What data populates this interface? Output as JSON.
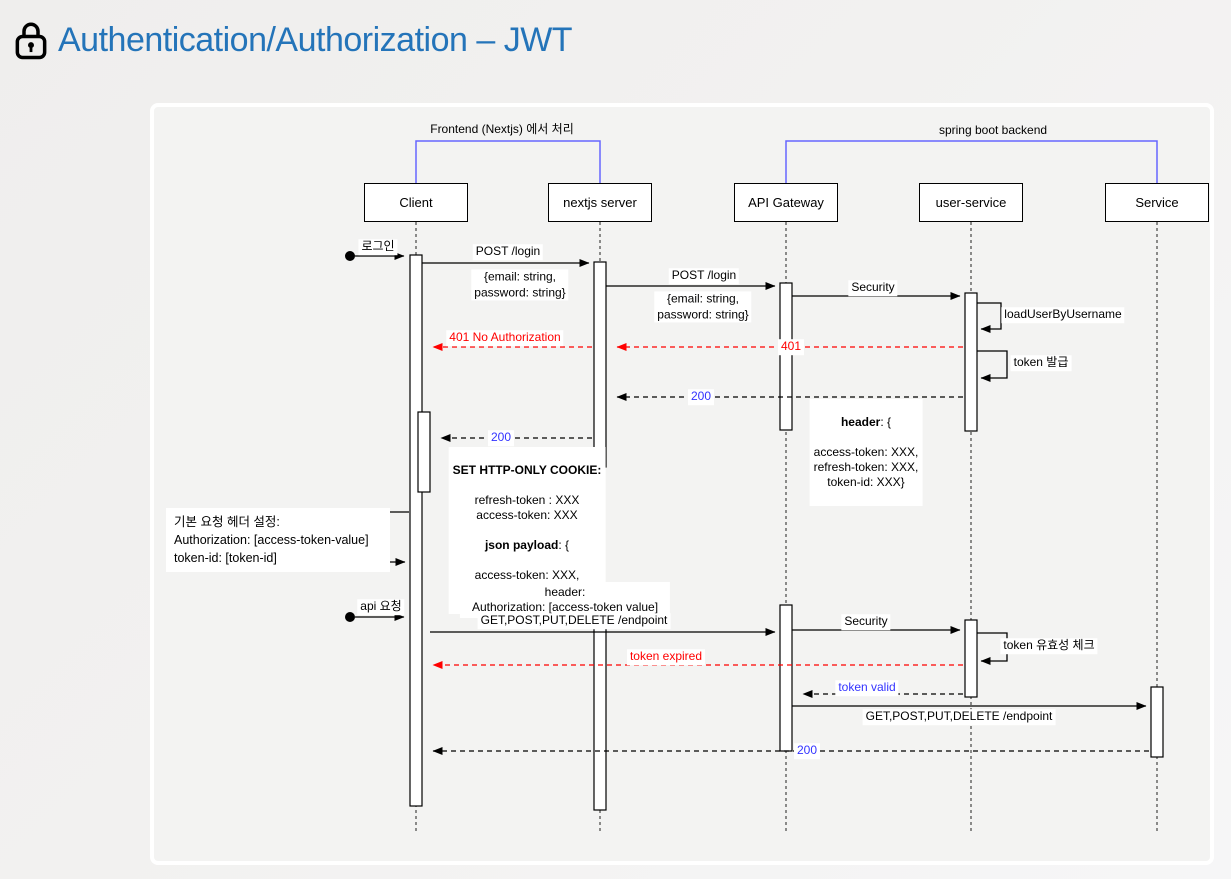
{
  "title": {
    "text": "Authentication/Authorization – JWT"
  },
  "groups": [
    {
      "label": "Frontend (Nextjs) 에서 처리"
    },
    {
      "label": "spring boot backend"
    }
  ],
  "participants": [
    {
      "name": "Client"
    },
    {
      "name": "nextjs server"
    },
    {
      "name": "API Gateway"
    },
    {
      "name": "user-service"
    },
    {
      "name": "Service"
    }
  ],
  "messages": {
    "login": "로그인",
    "post_login_1": "POST /login",
    "post_login_2": "POST /login",
    "security_1": "Security",
    "security_2": "Security",
    "load_user": "loadUserByUsername",
    "token_issue": "token 발급",
    "status_401_text": "401 No Authorization",
    "status_401": "401",
    "status_200_1": "200",
    "status_200_2": "200",
    "status_200_3": "200",
    "api_request": "api 요청",
    "get_endpoint_1": "GET,POST,PUT,DELETE /endpoint",
    "get_endpoint_2": "GET,POST,PUT,DELETE /endpoint",
    "token_check": "token 유효성 체크",
    "token_expired": "token expired",
    "token_valid": "token valid"
  },
  "notes": {
    "email_1": "{email: string,\npassword: string}",
    "email_2": "{email: string,\npassword: string}",
    "header": {
      "bold": "header",
      "bold_rest": ": {",
      "lines_text": "access-token: XXX,\nrefresh-token: XXX,\ntoken-id: XXX}"
    },
    "cookie": {
      "title": "SET HTTP-ONLY COOKIE:",
      "pre": "refresh-token : XXX\naccess-token: XXX",
      "bold": "json payload",
      "bold_rest": ": {",
      "post": "access-token: XXX,\ntoken-id: XXX }"
    },
    "config": {
      "text": "기본 요청 헤더 설정:\nAuthorization:  [access-token-value]\ntoken-id: [token-id]"
    },
    "api_header": {
      "text": "header:\nAuthorization: [access-token value]"
    }
  },
  "colors": {
    "title_blue": "#2474b9",
    "bracket_blue": "#6666ff",
    "error_red": "#ff0000",
    "status_blue": "#3333ff",
    "line_black": "#000000"
  },
  "icons": {
    "lock": "lock-icon"
  }
}
